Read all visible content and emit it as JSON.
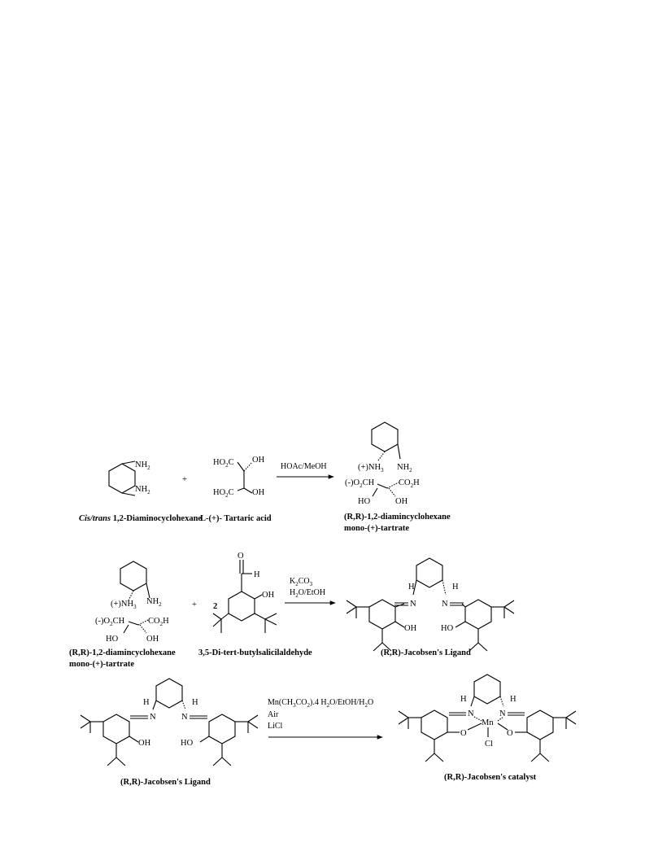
{
  "scheme": {
    "row1": {
      "reactant1_name_italic": "Cis/trans",
      "reactant1_name_rest": " 1,2-Diaminocyclohexane",
      "plus": "+",
      "reactant2_name": "L-(+)- Tartaric acid",
      "conditions": "HOAc/MeOH",
      "product_name_line1": "(R,R)-1,2-diamincyclohexane",
      "product_name_line2": "mono-(+)-tartrate"
    },
    "row2": {
      "reactant1_name_line1": "(R,R)-1,2-diamincyclohexane",
      "reactant1_name_line2": "mono-(+)-tartrate",
      "plus": "+",
      "coefficient": "2",
      "reactant2_name": "3,5-Di-tert-butylsalicilaldehyde",
      "conditions_line1": "K2CO3",
      "conditions_line2": "H2O/EtOH",
      "product_name": "(R,R)-Jacobsen's Ligand"
    },
    "row3": {
      "reactant_name": "(R,R)-Jacobsen's Ligand",
      "conditions_line1": "Mn(CH3CO2).4 H2O/EtOH/H2O",
      "conditions_line2": "Air",
      "conditions_line3": "LiCl",
      "product_name": "(R,R)-Jacobsen's catalyst"
    }
  }
}
